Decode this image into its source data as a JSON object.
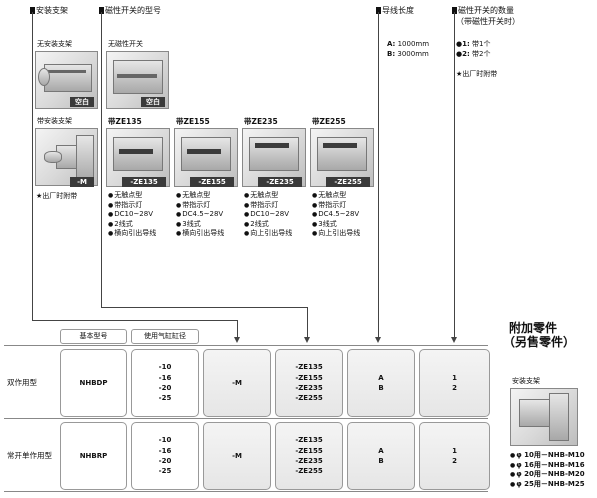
{
  "headers": {
    "bracket": "安装支架",
    "switch_model": "磁性开关的型号",
    "lead_length": "导线长度",
    "switch_qty": "磁性开关的数量",
    "switch_qty_sub": "（带磁性开关时）"
  },
  "bracket_opts": {
    "none_label": "无安装支架",
    "none_code": "空白",
    "with_label": "带安装支架",
    "with_code": "-M",
    "note": "★出厂时附带"
  },
  "switch_none": {
    "label": "无磁性开关",
    "code": "空白"
  },
  "switches": [
    {
      "label": "带ZE135",
      "code": "-ZE135",
      "features": [
        "无触点型",
        "带指示灯",
        "DC10~28V",
        "2线式",
        "横向引出导线"
      ]
    },
    {
      "label": "带ZE155",
      "code": "-ZE155",
      "features": [
        "无触点型",
        "带指示灯",
        "DC4.5~28V",
        "3线式",
        "横向引出导线"
      ]
    },
    {
      "label": "带ZE235",
      "code": "-ZE235",
      "features": [
        "无触点型",
        "带指示灯",
        "DC10~28V",
        "2线式",
        "向上引出导线"
      ]
    },
    {
      "label": "带ZE255",
      "code": "-ZE255",
      "features": [
        "无触点型",
        "带指示灯",
        "DC4.5~28V",
        "3线式",
        "向上引出导线"
      ]
    }
  ],
  "lead": {
    "a": "A:",
    "a_val": "1000mm",
    "b": "B:",
    "b_val": "3000mm"
  },
  "qty": {
    "one": "●1:",
    "one_val": "带1个",
    "two": "●2:",
    "two_val": "带2个",
    "note": "★出厂时附带"
  },
  "accessory": {
    "title1": "附加零件",
    "title2": "（另售零件）",
    "bracket_label": "安装支架",
    "items": [
      "φ 10用－NHB-M10",
      "φ 16用－NHB-M16",
      "φ 20用－NHB-M20",
      "φ 25用－NHB-M25"
    ]
  },
  "table": {
    "col_basic": "基本型号",
    "col_bore": "使用气缸缸径",
    "rows": [
      {
        "type": "双作用型",
        "model": "NHBDP",
        "bores": [
          "-10",
          "-16",
          "-20",
          "-25"
        ],
        "bracket": "-M",
        "switches": [
          "-ZE135",
          "-ZE155",
          "-ZE235",
          "-ZE255"
        ],
        "leads": [
          "A",
          "B"
        ],
        "qty": [
          "1",
          "2"
        ]
      },
      {
        "type": "常开单作用型",
        "model": "NHBRP",
        "bores": [
          "-10",
          "-16",
          "-20",
          "-25"
        ],
        "bracket": "-M",
        "switches": [
          "-ZE135",
          "-ZE155",
          "-ZE235",
          "-ZE255"
        ],
        "leads": [
          "A",
          "B"
        ],
        "qty": [
          "1",
          "2"
        ]
      }
    ]
  }
}
